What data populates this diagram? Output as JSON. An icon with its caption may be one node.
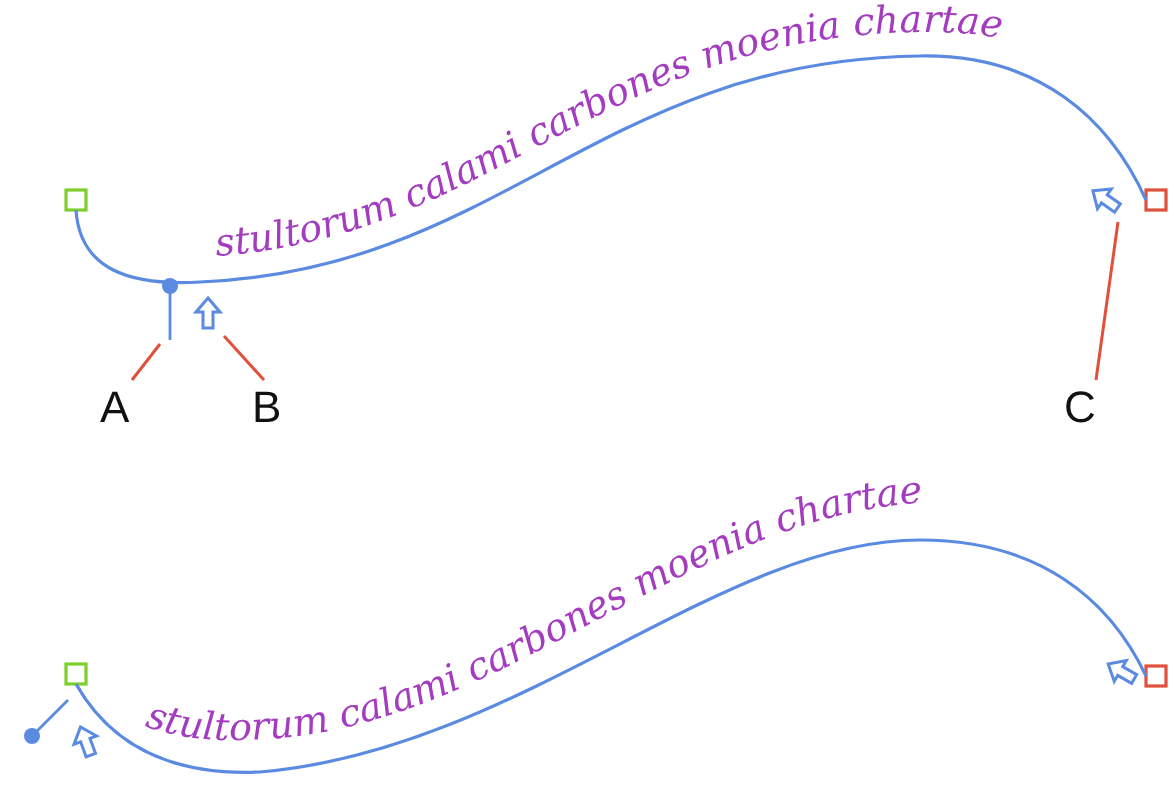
{
  "diagram": {
    "nodes": [
      {
        "text": [
          "A"
        ]
      },
      {
        "text": [
          "B"
        ]
      },
      {
        "text": [
          "C"
        ]
      },
      {
        "text": [],
        "shape": "circle"
      },
      {
        "text": [],
        "shape": "arrow"
      },
      {
        "text": [],
        "shape": "arrow"
      },
      {
        "text": [],
        "shape": "box"
      },
      {
        "text": [],
        "shape": "box"
      },
      {
        "text": [],
        "shape": "box"
      },
      {
        "text": [],
        "shape": "box"
      }
    ],
    "edges": [
      {
        "from": 0,
        "to": 3,
        "arrow": "none"
      },
      {
        "from": 1,
        "to": 4,
        "arrow": "none"
      },
      {
        "from": 2,
        "to": 5,
        "arrow": "none"
      },
      {
        "from": 6,
        "to": 7,
        "arrow": "none",
        "color": "#5b8be0"
      },
      {
        "from": 8,
        "to": 9,
        "arrow": "none",
        "color": "#5b8be0"
      }
    ],
    "labels": [
      "stultorum calami carbones moenia chartae",
      "stultorum calami carbones moenia chartae"
    ]
  }
}
